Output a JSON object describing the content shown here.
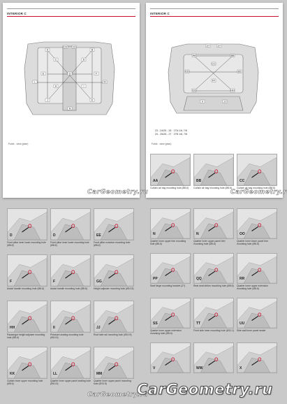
{
  "pages": [
    {
      "title": "INTERIOR C",
      "caption": "Fukki - view (plan)"
    },
    {
      "title": "INTERIOR C",
      "caption": "Fukki - view (plan)",
      "legend": [
        "23 - 24/25 - 26 · 27A  1/8, 7/8",
        "24 - 25/26 - 27 · 27B  1/8, 7/8"
      ]
    }
  ],
  "underbody_labels_1": [
    "23",
    "23",
    "A",
    "B",
    "C",
    "D",
    "E",
    "F",
    "G",
    "H",
    "I",
    "J",
    "K",
    "L",
    "M",
    "N"
  ],
  "underbody_labels_2": [
    "27",
    "27",
    "AA",
    "BB",
    "CC",
    "DD",
    "EE",
    "FF",
    "GG",
    "HH",
    "II",
    "JJ"
  ],
  "thumbs_page2": [
    {
      "letter": "AA",
      "caption": "Curtain air bag mounting hole (Ø8.6)"
    },
    {
      "letter": "BB",
      "caption": "Curtain air bag mounting hole (Ø8.6)"
    },
    {
      "letter": "CC",
      "caption": "Curtain air bag mounting hole (Ø8.6)"
    }
  ],
  "thumbs_page3": [
    {
      "letter": "D",
      "caption": "Front pillar inner lower mounting hole (Ø8.6)"
    },
    {
      "letter": "D",
      "caption": "Front pillar inner lower mounting hole (Ø8.6)"
    },
    {
      "letter": "EE",
      "caption": "Front pillar crossbar mounting hole (Ø8.6)"
    },
    {
      "letter": "F",
      "caption": "Assist handle mounting hole (Ø8.6)"
    },
    {
      "letter": "F",
      "caption": "Assist handle mounting hole (Ø8.6)"
    },
    {
      "letter": "GG",
      "caption": "Height adjuster mounting hole (Ø10.5)"
    },
    {
      "letter": "HH",
      "caption": "Passenger height adjuster mounting hole (Ø8.6)"
    },
    {
      "letter": "II",
      "caption": "Pressure sealing mounting hole (Ø10.5)"
    },
    {
      "letter": "JJ",
      "caption": "Roof side rail mounting hole (Ø10.5)"
    },
    {
      "letter": "KK",
      "caption": "Curtain inner upper mounting hole (Ø8.6)"
    },
    {
      "letter": "LL",
      "caption": "Quarter inner upper panel sealing hole (Ø10.5)"
    },
    {
      "letter": "MM",
      "caption": "Quarter inner upper panel mounting hole (Ø10.5)"
    }
  ],
  "thumbs_page4": [
    {
      "letter": "N",
      "caption": "Quarter inner upper trim mounting hole (Ø8.6)"
    },
    {
      "letter": "N",
      "caption": "Quarter inner upper panel trim mounting hole (Ø8.6)"
    },
    {
      "letter": "OO",
      "caption": "Quarter inner lower panel trim mounting hole (Ø8.6)"
    },
    {
      "letter": "PP",
      "caption": "Seat hinge mounting bracket (27)"
    },
    {
      "letter": "QQ",
      "caption": "Rear seat striker mounting hole (Ø8.6)"
    },
    {
      "letter": "RR",
      "caption": "Quarter inner upper extension mounting hole (Ø8.6)"
    },
    {
      "letter": "SS",
      "caption": "Quarter inner upper extension mounting hole (Ø8.6)"
    },
    {
      "letter": "TT",
      "caption": "Front side inner mounting hole (Ø11.1)"
    },
    {
      "letter": "UU",
      "caption": "Side wall inner panel sealer"
    },
    {
      "letter": "V",
      "caption": ""
    },
    {
      "letter": "WW",
      "caption": ""
    },
    {
      "letter": "X",
      "caption": ""
    }
  ],
  "watermarks": {
    "small": "CarGeometry.ru",
    "big": "CarGeometry.ru"
  }
}
